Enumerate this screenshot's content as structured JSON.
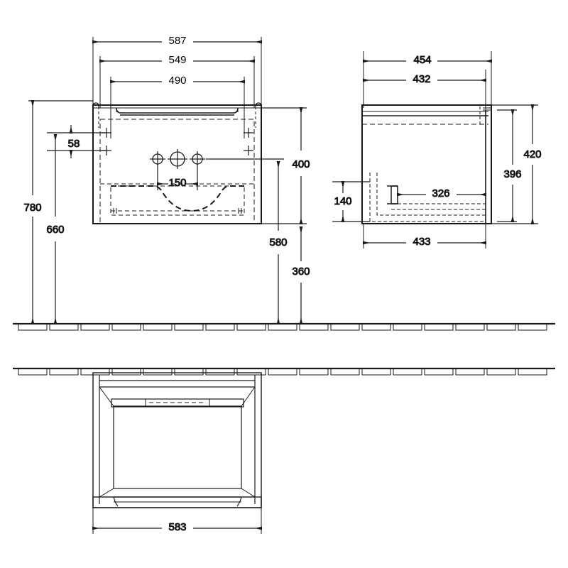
{
  "drawing": {
    "title": "Bathroom vanity unit technical dimension drawing",
    "units": "mm",
    "line_color": "#1a1a1a",
    "background_color": "#ffffff",
    "views": [
      {
        "name": "front-elevation",
        "label": ""
      },
      {
        "name": "side-elevation",
        "label": ""
      },
      {
        "name": "plan-view",
        "label": ""
      }
    ]
  },
  "dimensions": {
    "front": {
      "width_overall": "587",
      "width_carcass": "549",
      "width_inner": "490",
      "height_total": "780",
      "height_to_unit_bottom": "660",
      "height_unit": "400",
      "height_from_floor_to_unit_top": "580",
      "height_from_floor_to_unit_bottom": "360",
      "tap_hole_spacing": "150",
      "bracket_offset": "58"
    },
    "side": {
      "depth_overall": "454",
      "depth_carcass": "432",
      "depth_base": "433",
      "height_overall": "420",
      "height_carcass": "396",
      "bracket_height": "140",
      "bracket_to_back": "326"
    },
    "plan": {
      "width": "583"
    }
  },
  "labels": {
    "d587": "587",
    "d549": "549",
    "d490": "490",
    "d780": "780",
    "d660": "660",
    "d58": "58",
    "d150": "150",
    "d400": "400",
    "d580": "580",
    "d360": "360",
    "d454": "454",
    "d432": "432",
    "d420": "420",
    "d396": "396",
    "d140": "140",
    "d326": "326",
    "d433": "433",
    "d583": "583"
  }
}
